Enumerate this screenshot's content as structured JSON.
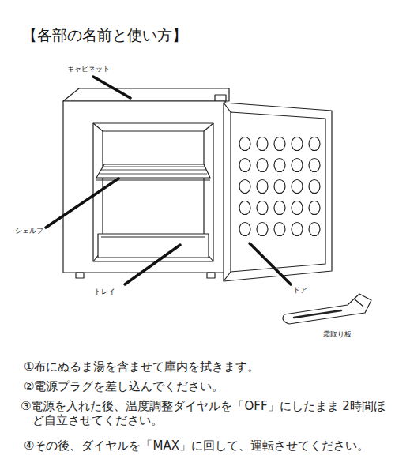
{
  "diagram": {
    "title": "【各部の名前と使い方】",
    "labels": [
      "キャビネット",
      "シェルフ",
      "トレイ",
      "ドア",
      "霜取り板",
      "①布にぬるま湯を含ませて庫内を拭きます。",
      "②電源プラグを差し込んでください。",
      "③電源を入れた後、温度調整ダイヤルを「OFF」にしたまま 2時間ほど自立させてください。",
      "④その後、ダイヤルを「MAX」に回して、運転させてください。"
    ]
  }
}
